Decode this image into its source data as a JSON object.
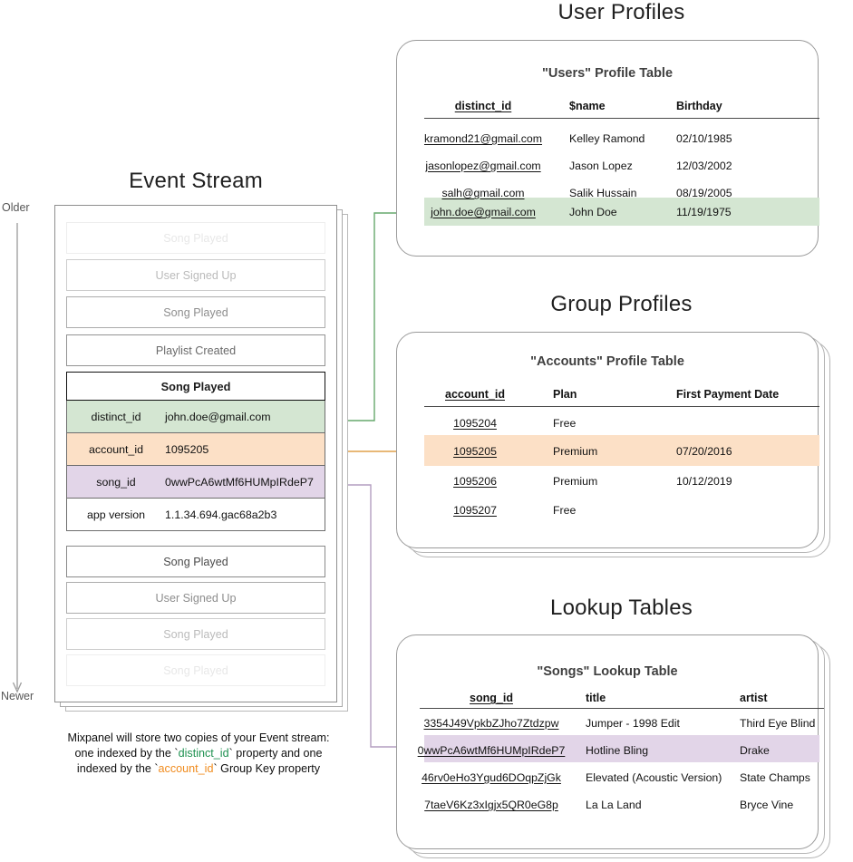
{
  "colors": {
    "green_fill": "#d4e6d2",
    "orange_fill": "#fce0c6",
    "purple_fill": "#e2d5e8",
    "green_line": "#66a96d",
    "orange_line": "#e0a04a",
    "purple_line": "#b49ec0",
    "card_border": "#9a9a9a",
    "rule": "#4a4a4a",
    "accent_green_text": "#1e9150",
    "accent_orange_text": "#f08b1d"
  },
  "event_stream": {
    "title": "Event Stream",
    "older_label": "Older",
    "newer_label": "Newer",
    "events_before": [
      {
        "name": "Song Played",
        "fade": 1
      },
      {
        "name": "User Signed Up",
        "fade": 2
      },
      {
        "name": "Song Played",
        "fade": 3
      },
      {
        "name": "Playlist Created",
        "fade": 4
      }
    ],
    "focus_event": {
      "name": "Song Played",
      "properties": [
        {
          "key": "distinct_id",
          "value": "john.doe@gmail.com",
          "highlight": "green"
        },
        {
          "key": "account_id",
          "value": "1095205",
          "highlight": "orange"
        },
        {
          "key": "song_id",
          "value": "0wwPcA6wtMf6HUMpIRdeP7",
          "highlight": "purple"
        },
        {
          "key": "app version",
          "value": "1.1.34.694.gac68a2b3",
          "highlight": "none"
        }
      ]
    },
    "events_after": [
      {
        "name": "Song Played",
        "fade": 5
      },
      {
        "name": "User Signed Up",
        "fade": 3
      },
      {
        "name": "Song Played",
        "fade": 2
      },
      {
        "name": "Song Played",
        "fade": 1
      }
    ],
    "caption": {
      "line1": "Mixpanel will store two copies of your Event stream:",
      "line2_a": "one indexed by the `",
      "line2_key": "distinct_id",
      "line2_b": "` property and one",
      "line3_a": "indexed by the `",
      "line3_key": "account_id",
      "line3_b": "` Group Key property"
    }
  },
  "user_profiles": {
    "section_title": "User Profiles",
    "table_title": "\"Users\" Profile Table",
    "columns": [
      "distinct_id",
      "$name",
      "Birthday"
    ],
    "rows": [
      {
        "cells": [
          "kramond21@gmail.com",
          "Kelley Ramond",
          "02/10/1985"
        ],
        "highlight": false
      },
      {
        "cells": [
          "jasonlopez@gmail.com",
          "Jason Lopez",
          "12/03/2002"
        ],
        "highlight": false
      },
      {
        "cells": [
          "salh@gmail.com",
          "Salik Hussain",
          "08/19/2005"
        ],
        "highlight": false
      },
      {
        "cells": [
          "john.doe@gmail.com",
          "John Doe",
          "11/19/1975"
        ],
        "highlight": true
      }
    ]
  },
  "group_profiles": {
    "section_title": "Group Profiles",
    "table_title": "\"Accounts\" Profile Table",
    "columns": [
      "account_id",
      "Plan",
      "First Payment Date"
    ],
    "rows": [
      {
        "cells": [
          "1095204",
          "Free",
          ""
        ],
        "highlight": false
      },
      {
        "cells": [
          "1095205",
          "Premium",
          "07/20/2016"
        ],
        "highlight": true
      },
      {
        "cells": [
          "1095206",
          "Premium",
          "10/12/2019"
        ],
        "highlight": false
      },
      {
        "cells": [
          "1095207",
          "Free",
          ""
        ],
        "highlight": false
      }
    ]
  },
  "lookup_tables": {
    "section_title": "Lookup Tables",
    "table_title": "\"Songs\" Lookup Table",
    "columns": [
      "song_id",
      "title",
      "artist"
    ],
    "rows": [
      {
        "cells": [
          "3354J49VpkbZJho7Ztdzpw",
          "Jumper - 1998 Edit",
          "Third Eye Blind"
        ],
        "highlight": false
      },
      {
        "cells": [
          "0wwPcA6wtMf6HUMpIRdeP7",
          "Hotline Bling",
          "Drake"
        ],
        "highlight": true
      },
      {
        "cells": [
          "46rv0eHo3Ygud6DOqpZjGk",
          "Elevated (Acoustic Version)",
          "State Champs"
        ],
        "highlight": false
      },
      {
        "cells": [
          "7taeV6Kz3xIgjx5QR0eG8p",
          "La La Land",
          "Bryce Vine"
        ],
        "highlight": false
      }
    ]
  }
}
